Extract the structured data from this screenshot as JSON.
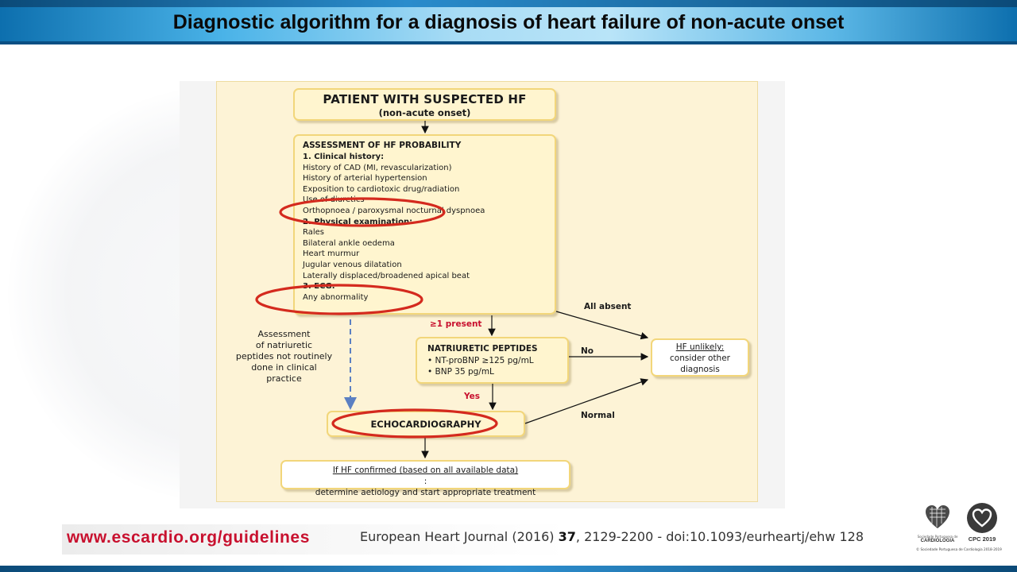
{
  "slide": {
    "title": "Diagnostic algorithm for a diagnosis of heart failure of non-acute onset"
  },
  "diagram": {
    "patient": {
      "title": "PATIENT WITH SUSPECTED HF",
      "subtitle": "(non-acute onset)"
    },
    "assessment": {
      "title": "ASSESSMENT OF HF PROBABILITY",
      "clinical_history_heading": "1. Clinical history:",
      "clinical_history_items": [
        "History of CAD (MI, revascularization)",
        "History of arterial hypertension",
        "Exposition to cardiotoxic drug/radiation",
        "Use of diuretics",
        "Orthopnoea / paroxysmal nocturnal dyspnoea"
      ],
      "physical_exam_heading": "2. Physical examination:",
      "physical_exam_items": [
        "Rales",
        "Bilateral ankle oedema",
        "Heart murmur",
        "Jugular venous dilatation",
        "Laterally displaced/broadened apical beat"
      ],
      "ecg_heading": "3. ECG:",
      "ecg_items": [
        "Any abnormality"
      ]
    },
    "natriuretic": {
      "title": "NATRIURETIC PEPTIDES",
      "items": [
        "• NT-proBNP ≥125 pg/mL",
        "• BNP 35 pg/mL"
      ]
    },
    "hf_unlikely": {
      "line1": "HF unlikely:",
      "line2": "consider other",
      "line3": "diagnosis"
    },
    "echo": {
      "title": "ECHOCARDIOGRAPHY"
    },
    "confirmed": {
      "line1_underlined": "If HF confirmed (based on all available data)",
      "line1_suffix": ":",
      "line2": "determine aetiology and start appropriate treatment"
    },
    "side_note": [
      "Assessment",
      "of natriuretic",
      "peptides not routinely",
      "done in clinical",
      "practice"
    ],
    "edge_labels": {
      "present": "≥1 present",
      "all_absent": "All absent",
      "no": "No",
      "yes": "Yes",
      "normal": "Normal"
    },
    "colors": {
      "highlight_ellipse": "#d42a1e",
      "dashed_arrow": "#5b7fc2",
      "box_fill": "#fff5cf",
      "box_border": "#f2d67a",
      "figure_bg": "#fdf3d6"
    }
  },
  "footer": {
    "url": "www.escardio.org/guidelines",
    "citation_prefix": "European Heart Journal (2016) ",
    "citation_volume": "37",
    "citation_suffix": ", 2129-2200 - doi:10.1093/eurheartj/ehw 128",
    "logo_spc_small": "Sociedade Portuguesa de",
    "logo_spc_name": "CARDIOLOGIA",
    "logo_cpc_name": "CPC 2019",
    "footnote": "© Sociedade Portuguesa de Cardiologia 2018-2019"
  }
}
